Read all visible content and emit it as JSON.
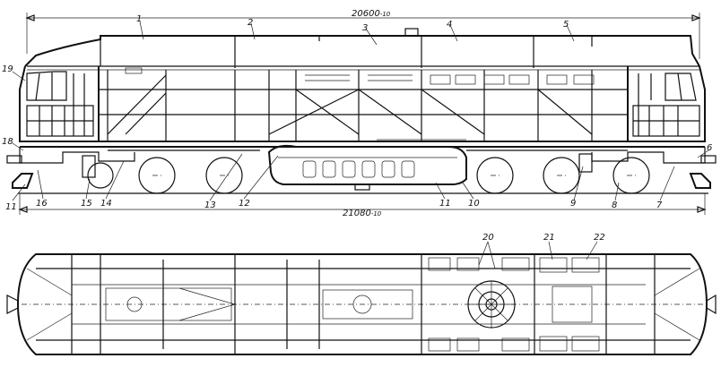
{
  "dimensions": {
    "body_length": "20600",
    "body_tol": "-10",
    "frame_length": "21080",
    "frame_tol": "-10"
  },
  "labels": {
    "l1": "1",
    "l2": "2",
    "l3": "3",
    "l4": "4",
    "l5": "5",
    "l6": "6",
    "l7": "7",
    "l8": "8",
    "l9": "9",
    "l10": "10",
    "l11a": "11",
    "l11b": "11",
    "l12": "12",
    "l13": "13",
    "l14": "14",
    "l15": "15",
    "l16": "16",
    "l18": "18",
    "l19": "19",
    "l20": "20",
    "l21": "21",
    "l22": "22"
  }
}
